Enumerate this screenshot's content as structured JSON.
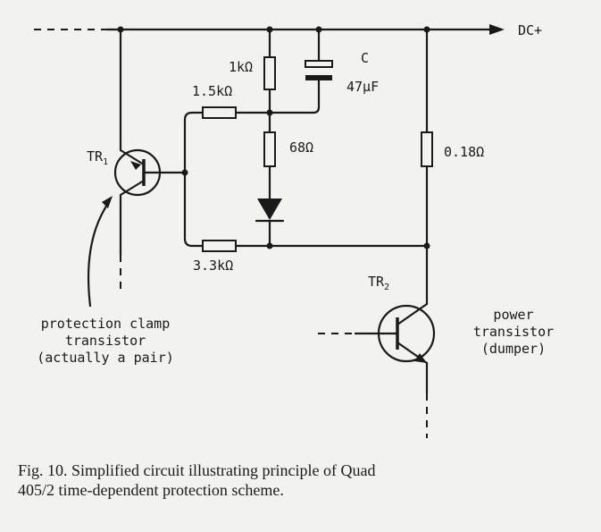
{
  "labels": {
    "supply": "DC+",
    "r1k": "1kΩ",
    "cap_name": "C",
    "cap_value": "47μF",
    "r1_5k": "1.5kΩ",
    "r68": "68Ω",
    "r018": "0.18Ω",
    "r3_3k": "3.3kΩ",
    "tr1_main": "TR",
    "tr1_sub": "1",
    "tr2_main": "TR",
    "tr2_sub": "2",
    "clamp_line1": "protection clamp",
    "clamp_line2": "transistor",
    "clamp_line3": "(actually a pair)",
    "power_line1": "power",
    "power_line2": "transistor",
    "power_line3": "(dumper)"
  },
  "caption": {
    "line1": "Fig. 10. Simplified circuit illustrating principle of Quad",
    "line2": "405/2 time-dependent protection scheme."
  }
}
